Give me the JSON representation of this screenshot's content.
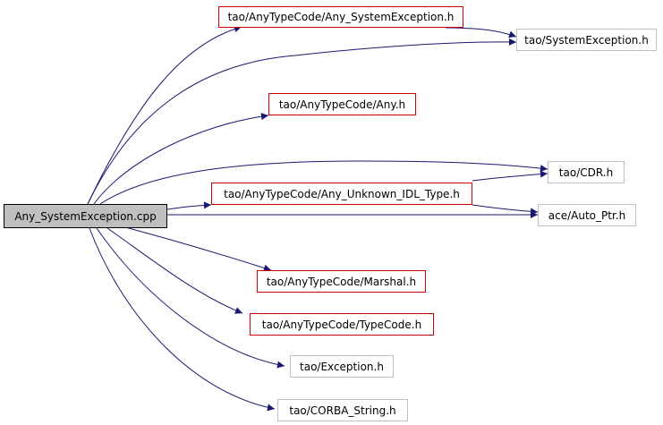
{
  "root": {
    "label": "Any_SystemException.cpp"
  },
  "nodes": {
    "any_system_exception_h": {
      "label": "tao/AnyTypeCode/Any_SystemException.h"
    },
    "system_exception_h": {
      "label": "tao/SystemException.h"
    },
    "any_h": {
      "label": "tao/AnyTypeCode/Any.h"
    },
    "cdr_h": {
      "label": "tao/CDR.h"
    },
    "any_unknown_idl_type_h": {
      "label": "tao/AnyTypeCode/Any_Unknown_IDL_Type.h"
    },
    "auto_ptr_h": {
      "label": "ace/Auto_Ptr.h"
    },
    "marshal_h": {
      "label": "tao/AnyTypeCode/Marshal.h"
    },
    "typecode_h": {
      "label": "tao/AnyTypeCode/TypeCode.h"
    },
    "exception_h": {
      "label": "tao/Exception.h"
    },
    "corba_string_h": {
      "label": "tao/CORBA_String.h"
    }
  },
  "colors": {
    "edge": "#191970",
    "red_border": "#cc0000",
    "gray_border": "#bfbfbf",
    "root_fill": "#bfbfbf"
  }
}
